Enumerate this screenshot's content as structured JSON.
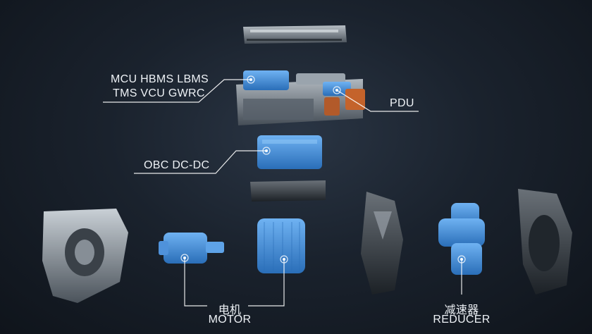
{
  "labels": {
    "control_line1": "MCU HBMS LBMS",
    "control_line2": "TMS VCU GWRC",
    "pdu": "PDU",
    "obc": "OBC DC-DC",
    "motor_cn": "电机",
    "motor_en": "MOTOR",
    "reducer_cn": "减速器",
    "reducer_en": "REDUCER"
  },
  "colors": {
    "background": "#1a222d",
    "component_blue": "#3c86d6",
    "component_gray": "#7d8690",
    "pdu_orange": "#c4632b",
    "text": "#eef2f6"
  }
}
